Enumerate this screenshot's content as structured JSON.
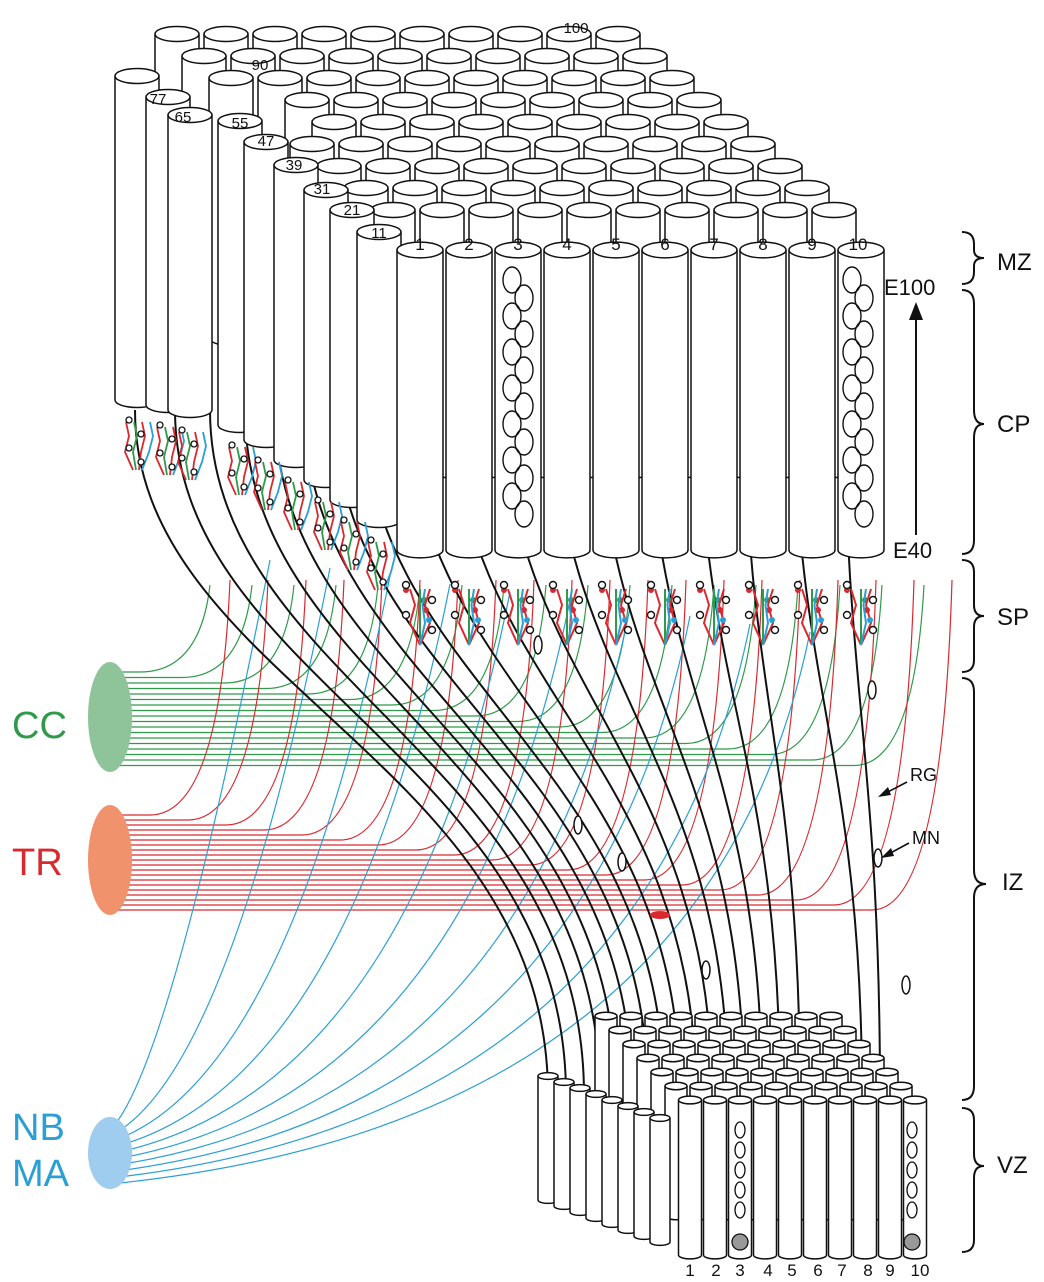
{
  "zones": [
    "MZ",
    "CP",
    "SP",
    "IZ",
    "VZ"
  ],
  "time_labels": {
    "late": "E100",
    "early": "E40"
  },
  "structure_labels": {
    "radial_glia": "RG",
    "migrating_neuron": "MN"
  },
  "afferent_sources": [
    {
      "lines": [
        "CC"
      ],
      "color": "#2e9a4a",
      "fill": "#8fc49b"
    },
    {
      "lines": [
        "TR"
      ],
      "color": "#d9292f",
      "fill": "#f0936c"
    },
    {
      "lines": [
        "NB",
        "MA"
      ],
      "color": "#2a9fd6",
      "fill": "#9ecdf0"
    }
  ],
  "column_numbers_front": [
    "1",
    "2",
    "3",
    "4",
    "5",
    "6",
    "7",
    "8",
    "9",
    "10"
  ],
  "column_numbers_side": [
    "11",
    "21",
    "31",
    "39",
    "47",
    "55",
    "65",
    "77",
    "90",
    "100"
  ],
  "vz_numbers": [
    "1",
    "2",
    "3",
    "4",
    "5",
    "6",
    "7",
    "8",
    "9",
    "10"
  ]
}
